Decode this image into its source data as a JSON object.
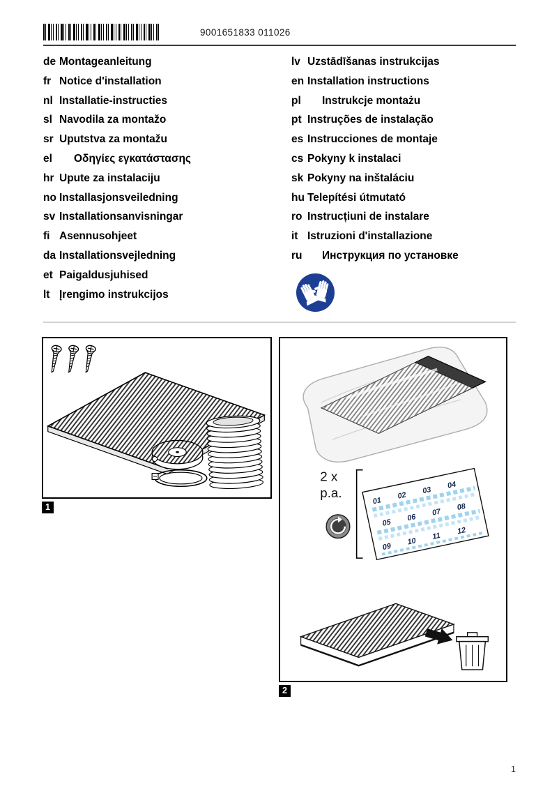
{
  "header": {
    "document_number": "9001651833 011026"
  },
  "languages": {
    "left": [
      {
        "code": "de",
        "label": "Montageanleitung"
      },
      {
        "code": "fr",
        "label": "Notice d'installation"
      },
      {
        "code": "nl",
        "label": "Installatie-instructies"
      },
      {
        "code": "sl",
        "label": "Navodila za montažo"
      },
      {
        "code": "sr",
        "label": "Uputstva za montažu"
      },
      {
        "code": "el",
        "label": "Οδηγίες εγκατάστασης"
      },
      {
        "code": "hr",
        "label": "Upute za instalaciju"
      },
      {
        "code": "no",
        "label": "Installasjonsveiledning"
      },
      {
        "code": "sv",
        "label": "Installationsanvisningar"
      },
      {
        "code": "fi",
        "label": "Asennusohjeet"
      },
      {
        "code": "da",
        "label": "Installationsvejledning"
      },
      {
        "code": "et",
        "label": "Paigaldusjuhised"
      },
      {
        "code": "lt",
        "label": "Įrengimo instrukcijos"
      }
    ],
    "right": [
      {
        "code": "lv",
        "label": "Uzstādīšanas instrukcijas"
      },
      {
        "code": "en",
        "label": "Installation instructions"
      },
      {
        "code": "pl",
        "label": "Instrukcje montażu"
      },
      {
        "code": "pt",
        "label": "Instruções de instalação"
      },
      {
        "code": "es",
        "label": "Instrucciones de montaje"
      },
      {
        "code": "cs",
        "label": "Pokyny k instalaci"
      },
      {
        "code": "sk",
        "label": "Pokyny na inštaláciu"
      },
      {
        "code": "hu",
        "label": "Telepítési útmutató"
      },
      {
        "code": "ro",
        "label": "Instrucțiuni de instalare"
      },
      {
        "code": "it",
        "label": "Istruzioni d'installazione"
      },
      {
        "code": "ru",
        "label": "Инструкция по установке"
      }
    ]
  },
  "figures": {
    "figure1": {
      "number": "1"
    },
    "figure2": {
      "number": "2",
      "quantity": "2 x",
      "per_annum": "p.a.",
      "months": [
        "01",
        "02",
        "03",
        "04",
        "05",
        "06",
        "07",
        "08",
        "09",
        "10",
        "11",
        "12"
      ]
    }
  },
  "footer": {
    "page_number": "1"
  },
  "colors": {
    "safety_sign_blue": "#1c3f94",
    "sticker_blue": "#9fd3ee",
    "sticker_blue_light": "#c3e4f6"
  }
}
